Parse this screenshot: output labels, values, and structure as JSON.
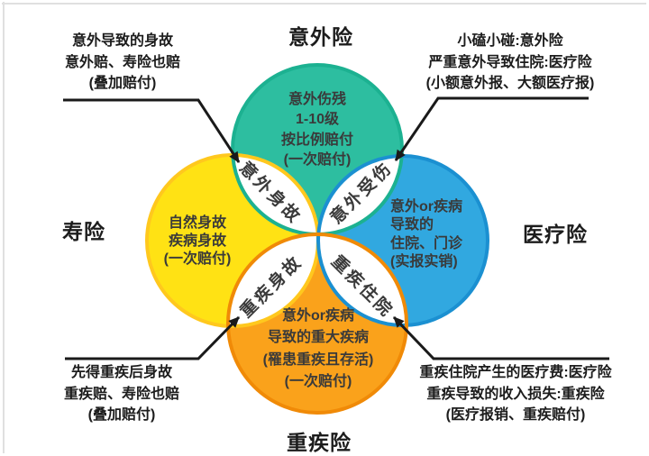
{
  "diagram": {
    "background": "#FFFFFF",
    "arrow_color": "#1A1A1A",
    "text_color": "#3A3A3A",
    "label_color": "#1C1C1C",
    "titles": {
      "top": "意外险",
      "left": "寿险",
      "right": "医疗险",
      "bottom": "重疾险"
    },
    "circles": {
      "accident": {
        "title": "意外险",
        "color": "#2DBEA0",
        "stroke": "#1CB191",
        "lines": [
          "意外伤残",
          "1-10级",
          "按比例赔付",
          "(一次赔付)"
        ]
      },
      "life": {
        "title": "寿险",
        "color": "#FFE214",
        "stroke": "#FFC81E",
        "lines": [
          "自然身故",
          "疾病身故",
          "(一次赔付)"
        ]
      },
      "medical": {
        "title": "医疗险",
        "color": "#31A8E0",
        "stroke": "#1B90D1",
        "lines": [
          "意外or疾病",
          "导致的",
          "住院、门诊",
          "(实报实销)"
        ]
      },
      "critical": {
        "title": "重疾险",
        "color": "#FAA21B",
        "stroke": "#F08A07",
        "lines": [
          "意外or疾病",
          "导致的重大疾病",
          "(罹患重疾且存活)",
          "(一次赔付)"
        ]
      }
    },
    "overlaps": {
      "accident_death": "意外身故",
      "accident_injury": "意外受伤",
      "critical_death": "重疾身故",
      "critical_hospitalization": "重疾住院"
    },
    "callouts": {
      "top_left": {
        "lines": [
          "意外导致的身故",
          "意外赔、寿险也赔",
          "(叠加赔付)"
        ]
      },
      "top_right": {
        "lines": [
          "小磕小碰:意外险",
          "严重意外导致住院:医疗险",
          "(小额意外报、大额医疗报)"
        ]
      },
      "bottom_left": {
        "lines": [
          "先得重疾后身故",
          "重疾赔、寿险也赔",
          "(叠加赔付)"
        ]
      },
      "bottom_right": {
        "lines": [
          "重疾住院产生的医疗费:医疗险",
          "重疾导致的收入损失:重疾险",
          "(医疗报销、重疾赔付)"
        ]
      }
    }
  }
}
